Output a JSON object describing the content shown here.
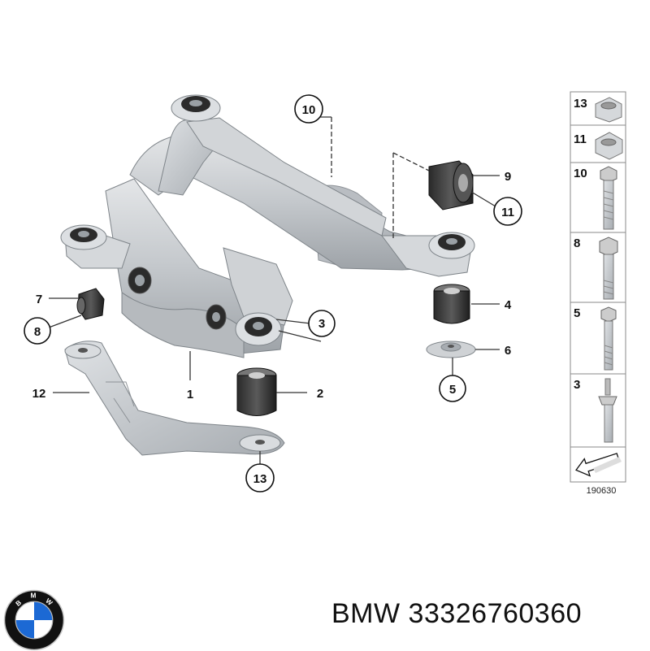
{
  "callouts": {
    "c1": "1",
    "c2": "2",
    "c3": "3",
    "c4": "4",
    "c5": "5",
    "c6": "6",
    "c7": "7",
    "c8": "8",
    "c9": "9",
    "c10": "10",
    "c11": "11",
    "c12": "12",
    "c13": "13"
  },
  "parts_list": [
    "13",
    "11",
    "10",
    "8",
    "5",
    "3"
  ],
  "diagram_id": "190630",
  "brand_caption": "BMW 33326760360",
  "logo": {
    "letters": [
      "B",
      "M",
      "W"
    ],
    "colors": {
      "blue": "#1c69d4",
      "white": "#ffffff",
      "ring": "#111111"
    }
  }
}
